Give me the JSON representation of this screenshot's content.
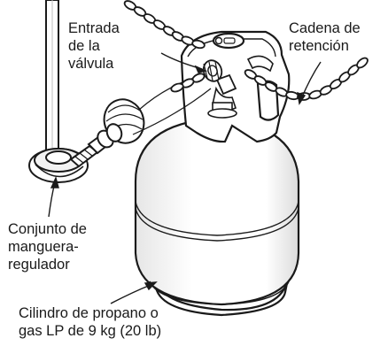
{
  "labels": {
    "valve_inlet": [
      "Entrada",
      "de la",
      "válvula"
    ],
    "retention_chain": [
      "Cadena de",
      "retención"
    ],
    "hose_regulator": [
      "Conjunto de",
      "manguera-",
      "regulador"
    ],
    "cylinder": [
      "Cilindro de propano o",
      "gas LP de 9 kg (20 lb)"
    ]
  },
  "colors": {
    "line": "#1a1a1a",
    "fill": "#ffffff",
    "shade": "#d9d9d9"
  }
}
